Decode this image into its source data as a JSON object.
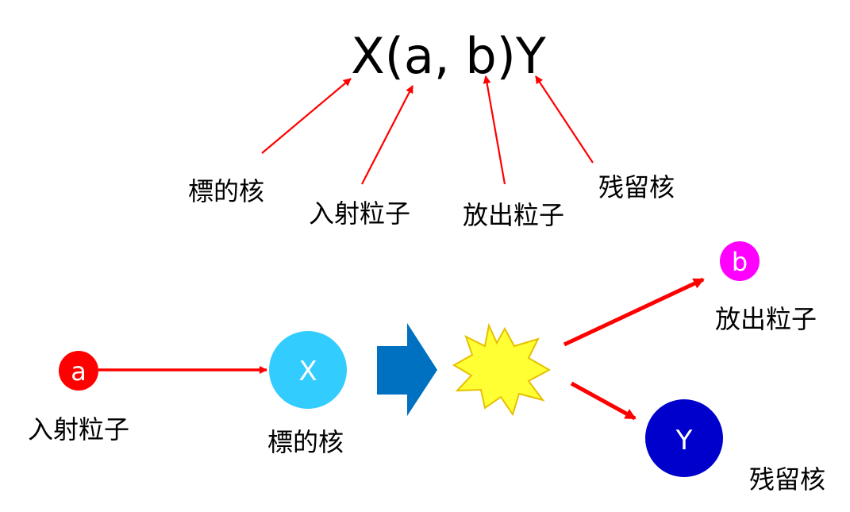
{
  "notation": {
    "formula": "X(a, b)Y"
  },
  "labels": {
    "target_nucleus": "標的核",
    "incident_particle": "入射粒子",
    "emitted_particle": "放出粒子",
    "residual_nucleus": "残留核"
  },
  "particles": {
    "incident": "a",
    "target": "X",
    "emitted": "b",
    "residual": "Y"
  },
  "colors": {
    "arrow": "#ff0000",
    "incident_particle": "#ff0000",
    "target_nucleus": "#33ccff",
    "emitted_particle": "#ff00ff",
    "residual_nucleus": "#0000cc",
    "transition_arrow": "#0070c0",
    "explosion_fill": "#ffff33",
    "explosion_stroke": "#e6c000"
  },
  "icons": {
    "transition": "block-arrow-right",
    "reaction": "explosion-star"
  }
}
